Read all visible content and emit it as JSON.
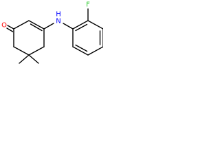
{
  "molecule": {
    "atom_labels": {
      "oxygen": "O",
      "nitrogen": "N",
      "hydrogen": "H",
      "fluorine": "F"
    },
    "colors": {
      "bond": "#000000",
      "oxygen": "#ff0000",
      "nitrogen": "#0000ff",
      "fluorine": "#33cc33"
    }
  }
}
